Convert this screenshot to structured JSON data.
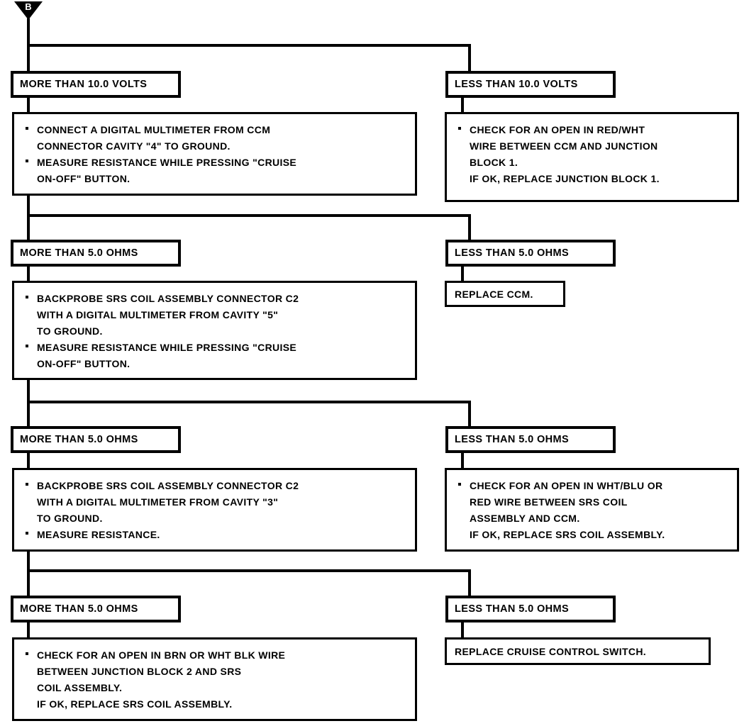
{
  "entry_marker": {
    "label": "B",
    "shape": "inverted-triangle"
  },
  "colors": {
    "line": "#000000",
    "background": "#ffffff",
    "text": "#000000"
  },
  "branches": [
    {
      "id": "voltage-test",
      "left": {
        "condition": "MORE THAN 10.0 VOLTS",
        "detail_lines": [
          {
            "bullet": true,
            "text": "CONNECT A DIGITAL MULTIMETER FROM CCM"
          },
          {
            "bullet": false,
            "text": "CONNECTOR CAVITY \"4\" TO GROUND."
          },
          {
            "bullet": true,
            "text": "MEASURE RESISTANCE WHILE PRESSING \"CRUISE"
          },
          {
            "bullet": false,
            "text": "ON-OFF\" BUTTON."
          }
        ]
      },
      "right": {
        "condition": "LESS THAN 10.0 VOLTS",
        "detail_lines": [
          {
            "bullet": true,
            "text": "CHECK FOR AN OPEN IN RED/WHT"
          },
          {
            "bullet": false,
            "text": "WIRE BETWEEN CCM AND JUNCTION"
          },
          {
            "bullet": false,
            "text": "BLOCK 1."
          },
          {
            "bullet": false,
            "text": "IF OK, REPLACE JUNCTION BLOCK 1."
          }
        ]
      }
    },
    {
      "id": "resistance-test-1",
      "left": {
        "condition": "MORE THAN 5.0 OHMS",
        "detail_lines": [
          {
            "bullet": true,
            "text": "BACKPROBE SRS COIL ASSEMBLY CONNECTOR C2"
          },
          {
            "bullet": false,
            "text": "WITH A DIGITAL MULTIMETER FROM CAVITY \"5\""
          },
          {
            "bullet": false,
            "text": "TO GROUND."
          },
          {
            "bullet": true,
            "text": "MEASURE RESISTANCE WHILE PRESSING \"CRUISE"
          },
          {
            "bullet": false,
            "text": "ON-OFF\" BUTTON."
          }
        ]
      },
      "right": {
        "condition": "LESS THAN 5.0 OHMS",
        "result": "REPLACE CCM."
      }
    },
    {
      "id": "resistance-test-2",
      "left": {
        "condition": "MORE THAN 5.0 OHMS",
        "detail_lines": [
          {
            "bullet": true,
            "text": "BACKPROBE SRS COIL ASSEMBLY CONNECTOR C2"
          },
          {
            "bullet": false,
            "text": "WITH A DIGITAL MULTIMETER FROM CAVITY \"3\""
          },
          {
            "bullet": false,
            "text": "TO GROUND."
          },
          {
            "bullet": true,
            "text": "MEASURE RESISTANCE."
          }
        ]
      },
      "right": {
        "condition": "LESS THAN 5.0 OHMS",
        "detail_lines": [
          {
            "bullet": true,
            "text": "CHECK FOR AN OPEN IN WHT/BLU OR"
          },
          {
            "bullet": false,
            "text": "RED WIRE BETWEEN SRS COIL"
          },
          {
            "bullet": false,
            "text": "ASSEMBLY AND CCM."
          },
          {
            "bullet": false,
            "text": "IF OK, REPLACE SRS COIL ASSEMBLY."
          }
        ]
      }
    },
    {
      "id": "resistance-test-3",
      "left": {
        "condition": "MORE THAN 5.0 OHMS",
        "detail_lines": [
          {
            "bullet": true,
            "text": "CHECK FOR AN OPEN IN BRN OR WHT BLK WIRE"
          },
          {
            "bullet": false,
            "text": "BETWEEN JUNCTION BLOCK 2 AND SRS"
          },
          {
            "bullet": false,
            "text": "COIL ASSEMBLY."
          },
          {
            "bullet": false,
            "text": "IF OK, REPLACE SRS COIL ASSEMBLY."
          }
        ]
      },
      "right": {
        "condition": "LESS THAN 5.0 OHMS",
        "result": "REPLACE CRUISE CONTROL SWITCH."
      }
    }
  ]
}
